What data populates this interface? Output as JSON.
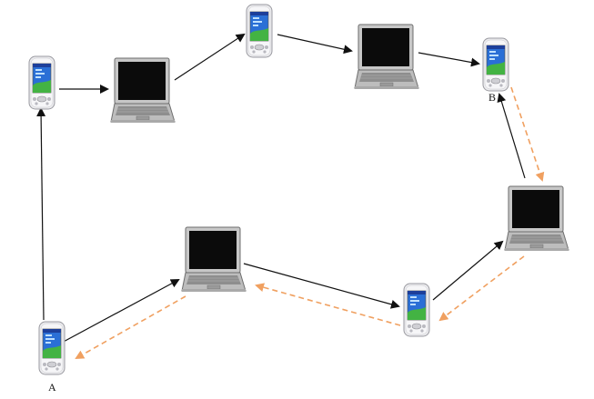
{
  "labels": {
    "a": "A",
    "b": "B"
  },
  "colors": {
    "forward_arrow": "#111111",
    "return_arrow": "#f0a060",
    "screen_blue": "#2a6fd6",
    "screen_green": "#43b343",
    "device_body": "#e9e9ec",
    "laptop_body": "#c9c9c9",
    "laptop_screen": "#0b0b0b"
  },
  "nodes": [
    {
      "id": "pda-top-left",
      "kind": "pda"
    },
    {
      "id": "laptop-top-left",
      "kind": "laptop"
    },
    {
      "id": "pda-top-center",
      "kind": "pda"
    },
    {
      "id": "laptop-top-right",
      "kind": "laptop"
    },
    {
      "id": "pda-b",
      "kind": "pda",
      "label": "B"
    },
    {
      "id": "laptop-right",
      "kind": "laptop"
    },
    {
      "id": "pda-bottom-center",
      "kind": "pda"
    },
    {
      "id": "laptop-bottom-left",
      "kind": "laptop"
    },
    {
      "id": "pda-a",
      "kind": "pda",
      "label": "A"
    }
  ],
  "forward_path": [
    "pda-a",
    "pda-top-left",
    "laptop-top-left",
    "pda-top-center",
    "laptop-top-right",
    "pda-b"
  ],
  "forward_path_alt": [
    "pda-a",
    "laptop-bottom-left",
    "pda-bottom-center",
    "laptop-right",
    "pda-b"
  ],
  "return_path": [
    "pda-b",
    "laptop-right",
    "pda-bottom-center",
    "laptop-bottom-left",
    "pda-a"
  ]
}
